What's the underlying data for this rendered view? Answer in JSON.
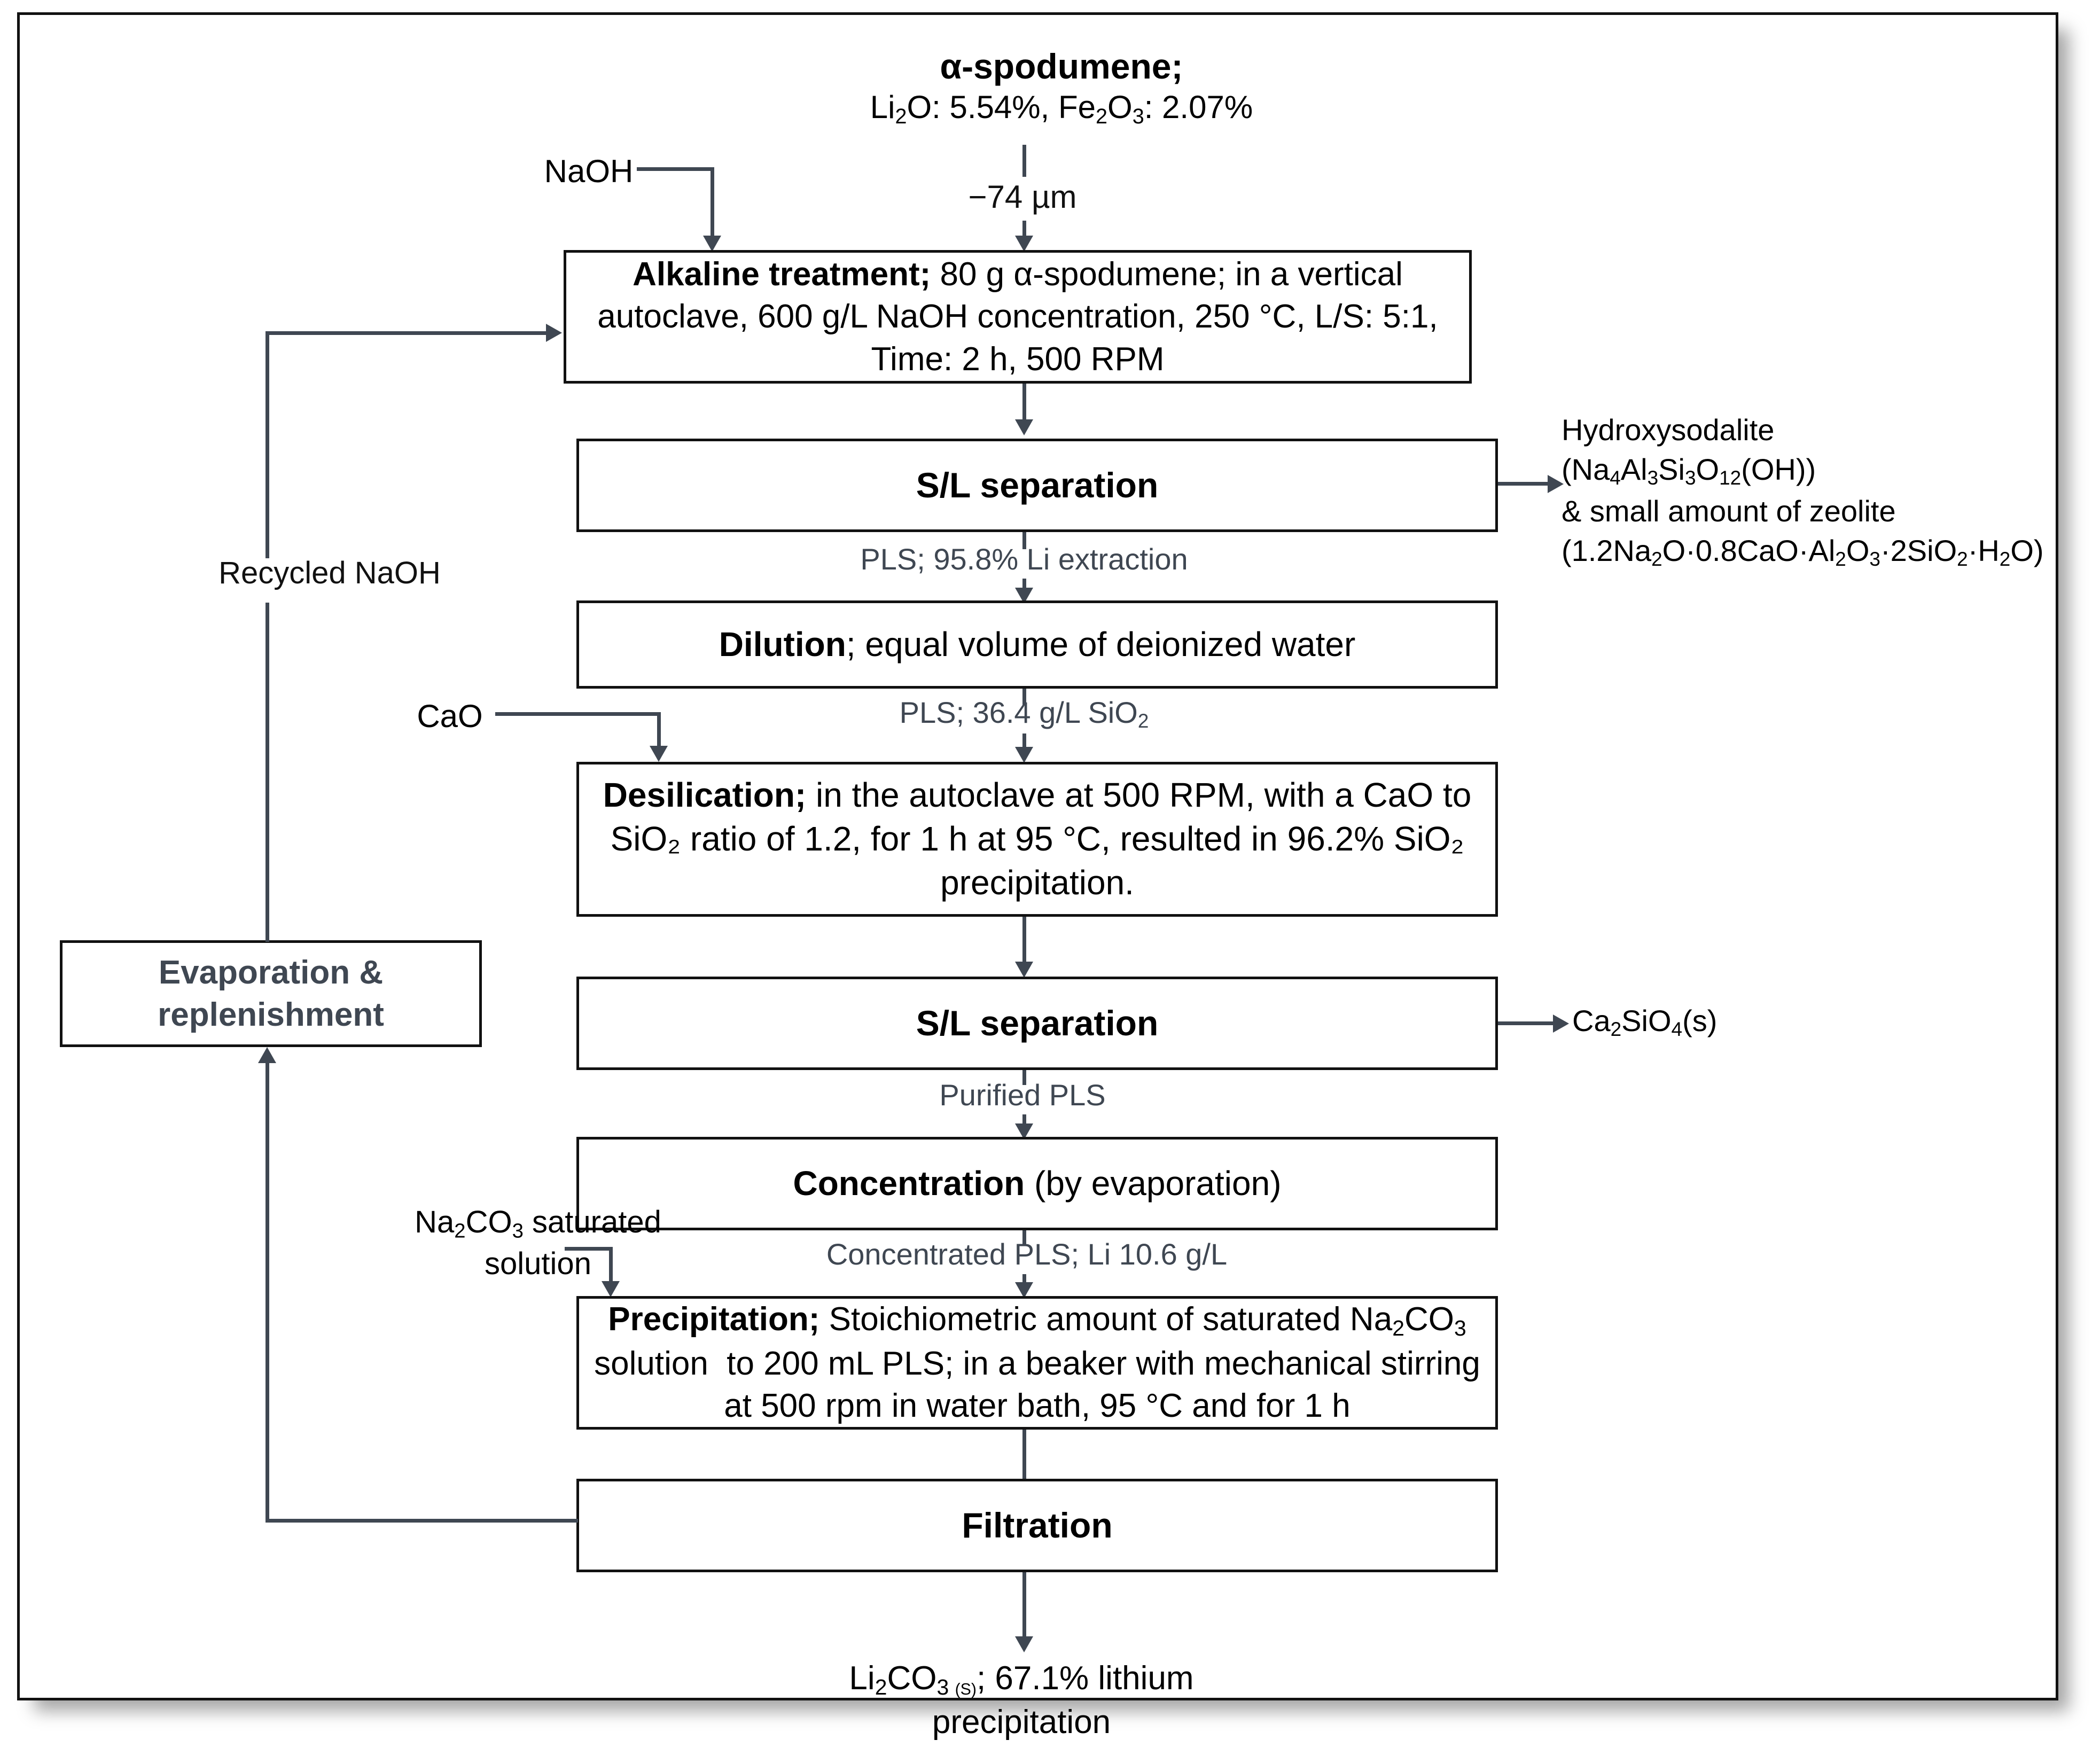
{
  "diagram": {
    "title": "Alkaline pressure leaching flowsheet for lithium carbonate production from alpha-spodumene",
    "colors": {
      "line": "#3f4752",
      "box_border": "#111111",
      "flow_label_text": "#3f4752",
      "muted_box_text": "#3f4752",
      "background": "#ffffff"
    }
  },
  "feed": {
    "name": "α-spodumene;",
    "assay": "Li2O: 5.54%, Fe2O3: 2.07%",
    "assay_parts": {
      "li2o_label": "Li",
      "li2o_sub": "2",
      "li2o_rest": "O: 5.54%, ",
      "fe2o3_label": "Fe",
      "fe2o3_sub1": "2",
      "fe2o3_mid": "O",
      "fe2o3_sub2": "3",
      "fe2o3_rest": ": 2.07%"
    },
    "size_label": "−74 µm"
  },
  "reagents": {
    "naoh": "NaOH",
    "cao": "CaO",
    "na2co3_line1": "Na2CO3 saturated",
    "na2co3_line2": "solution",
    "na2co3_prefix": "Na",
    "na2co3_sub1": "2",
    "na2co3_mid": "CO",
    "na2co3_sub2": "3",
    "na2co3_suffix": " saturated",
    "recycled_naoh": "Recycled NaOH"
  },
  "steps": [
    {
      "id": "alkaline-treatment",
      "title": "Alkaline treatment;",
      "detail": " 80 g α-spodumene; in a vertical autoclave, 600 g/L NaOH concentration, 250 °C, L/S: 5:1, Time: 2 h, 500 RPM"
    },
    {
      "id": "sl-separation-1",
      "title": "S/L separation",
      "detail": ""
    },
    {
      "id": "dilution",
      "title": "Dilution",
      "detail": "; equal volume of deionized water"
    },
    {
      "id": "desilication",
      "title": "Desilication;",
      "detail": " in the autoclave at 500 RPM, with a CaO to SiO₂ ratio of 1.2, for 1 h at 95 °C, resulted in 96.2% SiO₂ precipitation."
    },
    {
      "id": "sl-separation-2",
      "title": "S/L separation",
      "detail": ""
    },
    {
      "id": "concentration",
      "title": "Concentration",
      "detail": " (by evaporation)"
    },
    {
      "id": "precipitation",
      "title": "Precipitation;",
      "detail": " Stoichiometric amount of saturated Na2CO3 solution  to 200 mL PLS; in a beaker with mechanical stirring at 500 rpm in water bath, 95 °C and for 1 h"
    },
    {
      "id": "filtration",
      "title": "Filtration",
      "detail": ""
    },
    {
      "id": "evaporation-replenishment",
      "title": "Evaporation & replenishment",
      "detail": ""
    }
  ],
  "stream_labels": {
    "pls_li_extraction": "PLS; 95.8% Li extraction",
    "pls_sio2": "PLS; 36.4 g/L SiO2",
    "purified_pls": "Purified PLS",
    "concentrated_pls": "Concentrated PLS;  Li 10.6 g/L"
  },
  "outputs": {
    "residue_name": "Hydroxysodalite",
    "residue_formula": "(Na4Al3Si3O12(OH))",
    "residue_note": " &  small amount of zeolite",
    "zeolite_formula": "(1.2Na2O·0.8CaO·Al2O3·2SiO2·H2O)",
    "desilication_residue": "Ca2SiO4(s)",
    "product_line1": "Li2CO3 (S); 67.1% lithium",
    "product_line2": "precipitation"
  }
}
